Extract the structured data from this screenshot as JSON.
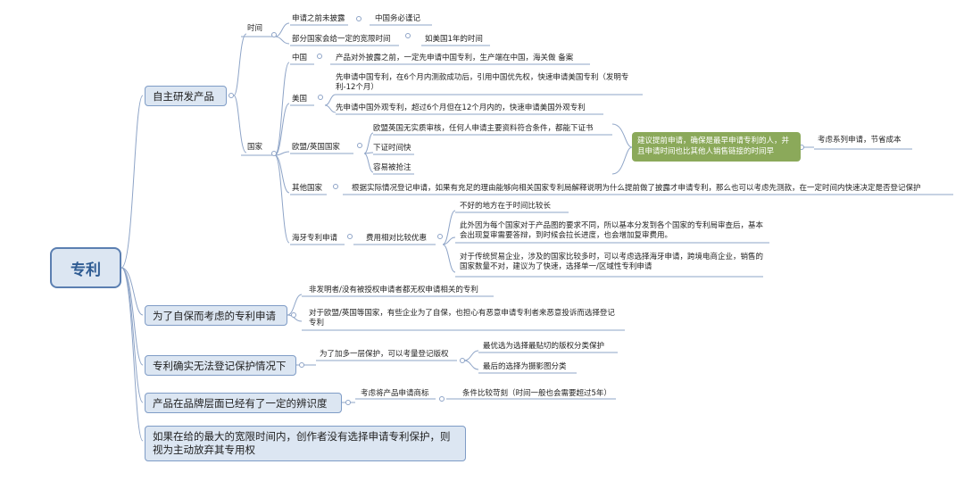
{
  "root": "专利",
  "main1": "自主研发产品",
  "main2": "为了自保而考虑的专利申请",
  "main3": "专利确实无法登记保护情况下",
  "main4": "产品在品牌层面已经有了一定的辨识度",
  "main5": "如果在给的最大的宽限时间内，创作者没有选择申请专利保护，则视为主动放弃其专用权",
  "time": {
    "label": "时间",
    "item1": "申请之前未披露",
    "item1_child": "中国务必谨记",
    "item2": "部分国家会给一定的宽限时间",
    "item2_child": "如美国1年的时间"
  },
  "country": {
    "label": "国家",
    "china": "中国",
    "china_text": "产品对外披露之前，一定先申请中国专利，生产端在中国，海关做 备案",
    "usa": "美国",
    "usa_text1": "先申请中国专利，在6个月内测款成功后，引用中国优先权，快速申请美国专利（发明专利-12个月）",
    "usa_text2": "先申请中国外观专利，超过6个月但在12个月内的，快速申请美国外观专利",
    "eu": "欧盟/英国国家",
    "eu_text1": "欧盟英国无实质审核，任何人申请主要资料符合条件，都能下证书",
    "eu_text2": "下证时间快",
    "eu_text3": "容易被抢注",
    "advice": "建议提前申请，确保是最早申请专利的人，并且申请时间也比其他人销售链接的时间早",
    "advice_child": "考虑系列申请，节省成本",
    "other": "其他国家",
    "other_text": "根据实际情况登记申请，如果有充足的理由能够向相关国家专利局解释说明为什么提前做了披露才申请专利，那么也可以考虑先测款，在一定时间内快速决定是否登记保护",
    "hague": "海牙专利申请",
    "hague_child": "费用相对比较优惠",
    "hague_text1": "不好的地方在于时间比较长",
    "hague_text2": "此外因为每个国家对于产品图的要求不同，所以基本分发到各个国家的专利局审查后，基本会出现复审需要答辩，到时候会拉长进度，也会增加复审费用。",
    "hague_text3": "对于传统贸易企业，涉及的国家比较多时，可以考虑选择海牙申请，跨境电商企业，销售的国家数量不对，建议为了快速，选择单一/区域性专利申请"
  },
  "self_protect": {
    "item1": "非发明者/没有被授权申请者都无权申请相关的专利",
    "item2": "对于欧盟/英国等国家，有些企业为了自保，也担心有恶意申请专利者来恶意投诉而选择登记专利"
  },
  "copyright": {
    "reason": "为了加多一层保护，可以考量登记版权",
    "opt1": "最优选为选择最贴切的版权分类保护",
    "opt2": "最后的选择为摄影图分类"
  },
  "brand": {
    "item": "考虑将产品申请商标",
    "child": "条件比较苛刻（时间一般也会需要超过5年）"
  }
}
